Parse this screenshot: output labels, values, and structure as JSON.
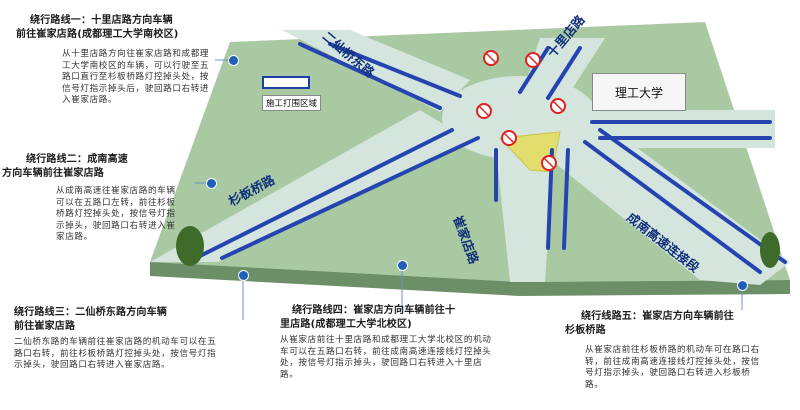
{
  "routes": [
    {
      "title_l1": "绕行路线一：十里店路方向车辆",
      "title_l2": "前往崔家店路(成都理工大学南校区)",
      "body": "从十里店路方向往崔家店路和成都理工大学南校区的车辆，可以行驶至五路口直行至杉板桥路灯控掉头处，按信号灯指示掉头后，驶回路口右转进入崔家店路。"
    },
    {
      "title_l1": "绕行路线二：成南高速",
      "title_l2": "方向车辆前往崔家店路",
      "body": "从成南高速往崔家店路的车辆可以在五路口左转，前往杉板桥路灯控掉头处，按信号灯指示掉头，驶回路口右转进入崔家店路。"
    },
    {
      "title_l1": "绕行路线三：二仙桥东路方向车辆",
      "title_l2": "前往崔家店路",
      "body": "二仙桥东路的车辆前往崔家店路的机动车可以在五路口右转，前往杉板桥路灯控掉头处，按信号灯指示掉头，驶回路口右转进入崔家店路。"
    },
    {
      "title_l1": "绕行路线四：崔家店方向车辆前往十",
      "title_l2": "里店路(成都理工大学北校区)",
      "body": "从崔家店前往十里店路和成都理工大学北校区的机动车可以在五路口右转，前往成南高速连接线灯控掉头处，按信号灯指示掉头，驶回路口右转进入十里店路。"
    },
    {
      "title_l1": "绕行线路五：崔家店方向车辆前往",
      "title_l2": "杉板桥路",
      "body": "从崔家店前往杉板桥路的机动车可在路口右转，前往成南高速连接线灯控掉头处，按信号灯指示掉头，驶回路口右转进入杉板桥路。"
    }
  ],
  "roads": {
    "erxian": "二仙桥东路",
    "shili": "十里店路",
    "shanban": "杉板桥路",
    "cuijia": "崔家店路",
    "chengnan": "成南高速连接段"
  },
  "landmark": "理工大学",
  "legend": "施工打围区域",
  "colors": {
    "ground": "#a9c9a3",
    "road": "#d4e5de",
    "barrier": "#2644b0",
    "construction": "#e2de6d",
    "marker": "#1f5fb8"
  },
  "icons": [
    "no-left-turn-icon",
    "no-u-turn-icon",
    "no-right-turn-icon"
  ]
}
